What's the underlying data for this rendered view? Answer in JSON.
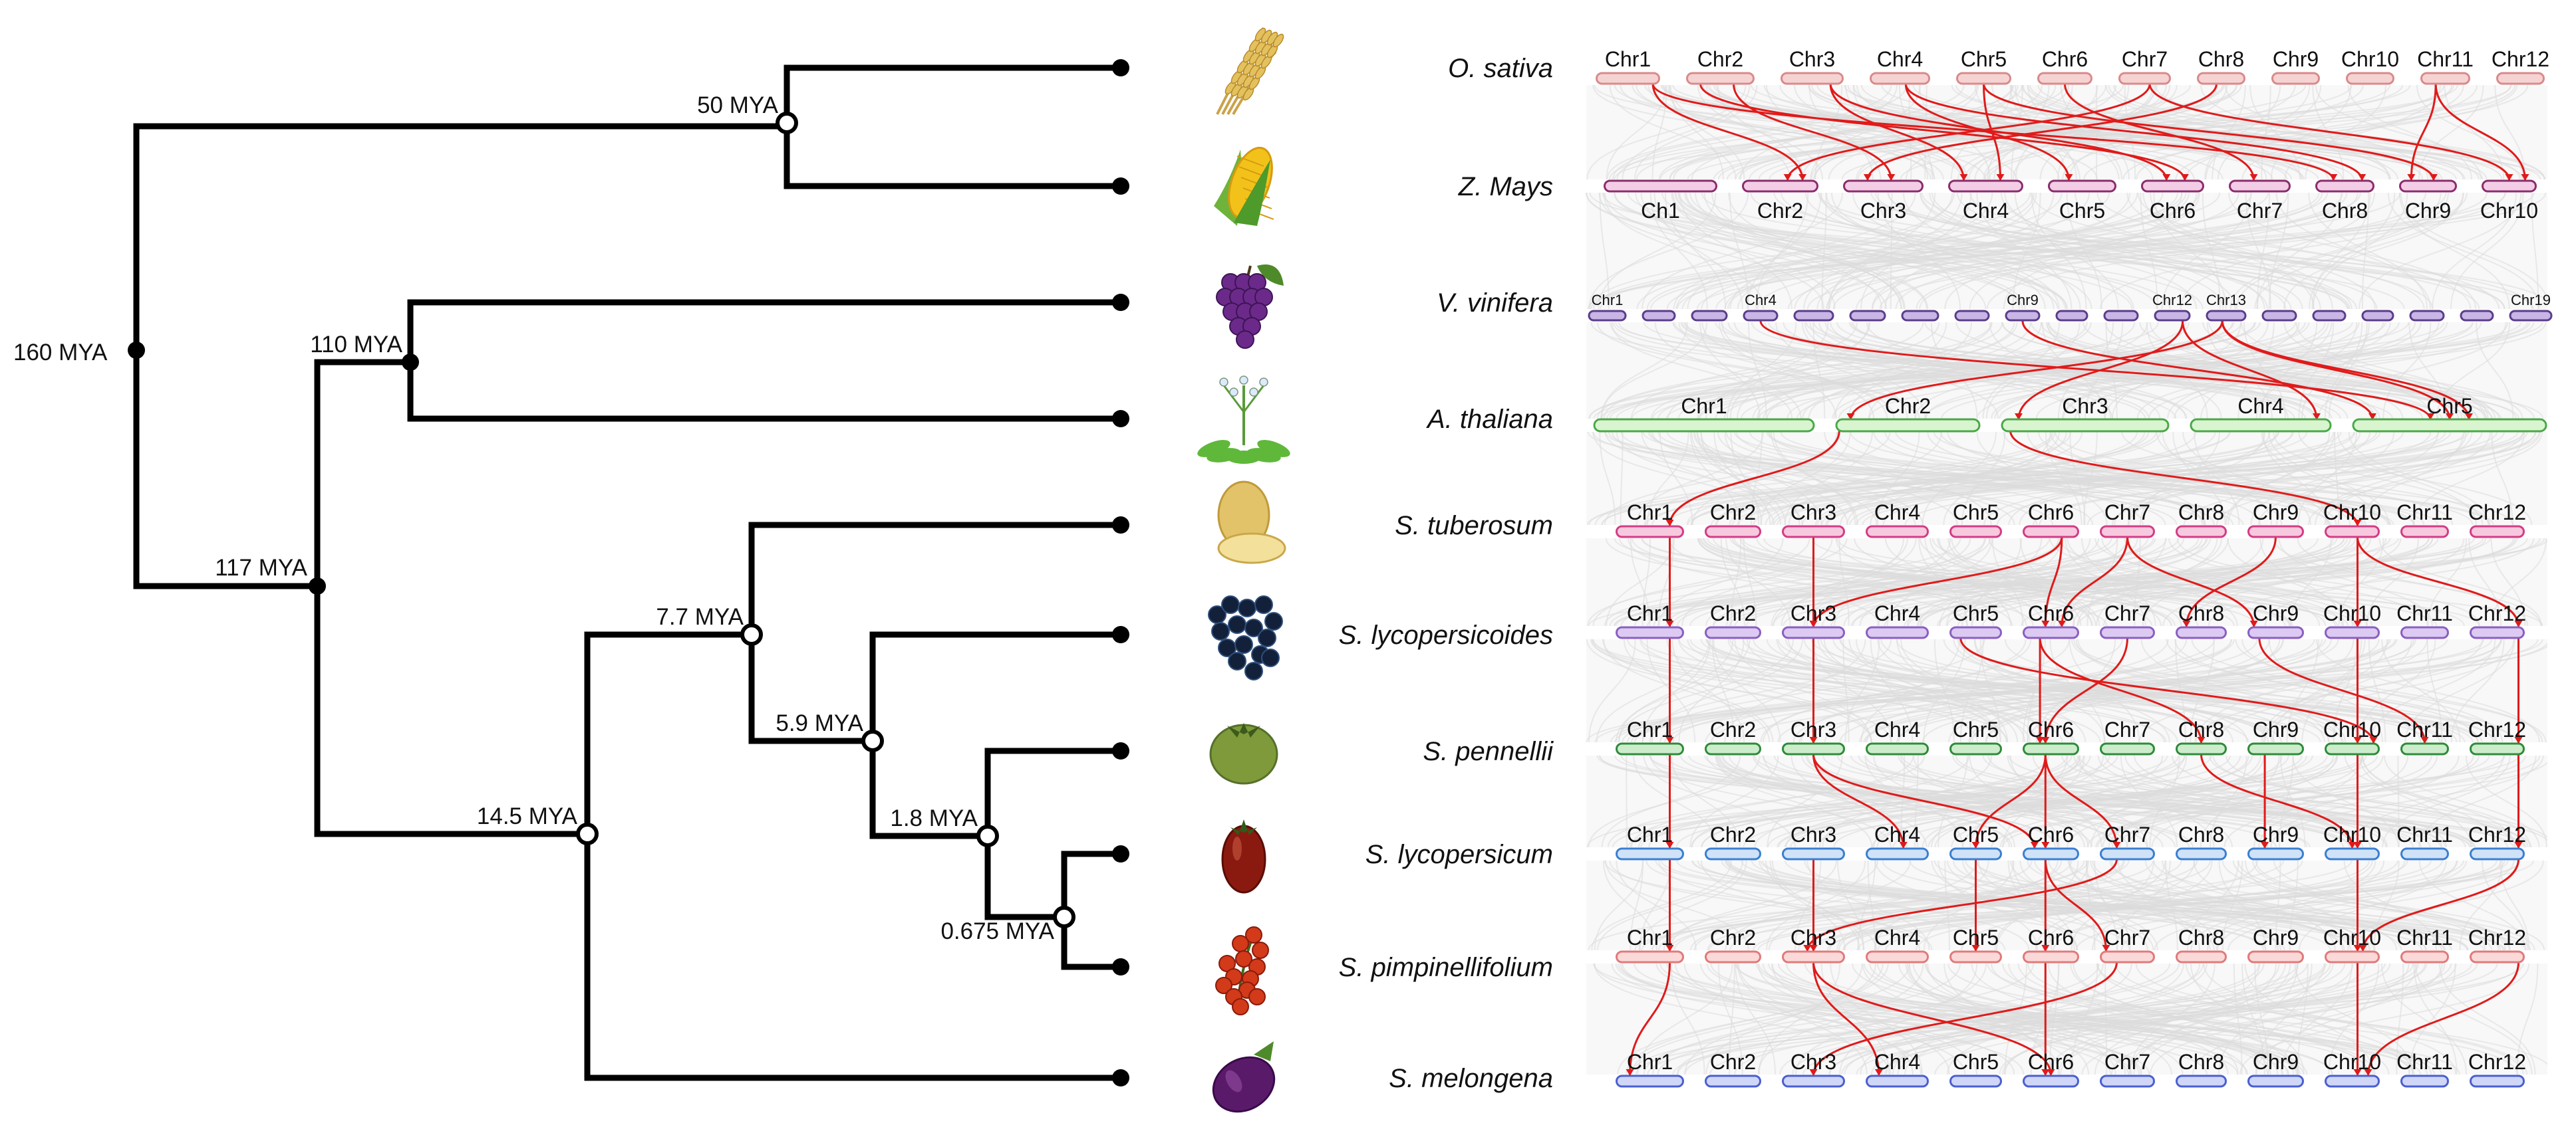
{
  "tree": {
    "nodes": [
      {
        "id": "root",
        "age": "160 MYA"
      },
      {
        "id": "monocots",
        "age": "50 MYA"
      },
      {
        "id": "eudicots",
        "age": "117 MYA"
      },
      {
        "id": "rosids",
        "age": "110 MYA"
      },
      {
        "id": "solanum",
        "age": "14.5  MYA"
      },
      {
        "id": "potato-tomato",
        "age": "7.7 MYA"
      },
      {
        "id": "tomato-clade",
        "age": "5.9 MYA"
      },
      {
        "id": "lyco-pen",
        "age": "1.8 MYA"
      },
      {
        "id": "lyco-pimp",
        "age": "0.675 MYA"
      }
    ]
  },
  "species": [
    {
      "name": "O. sativa",
      "icon": "rice-icon",
      "color": "#d98a8a",
      "fill": "#f6d3d3",
      "chromosomes": [
        "Chr1",
        "Chr2",
        "Chr3",
        "Chr4",
        "Chr5",
        "Chr6",
        "Chr7",
        "Chr8",
        "Chr9",
        "Chr10",
        "Chr11",
        "Chr12"
      ]
    },
    {
      "name": "Z. Mays",
      "icon": "maize-icon",
      "color": "#8a2d6c",
      "fill": "#f3cde6",
      "chromosomes": [
        "Ch1",
        "Chr2",
        "Chr3",
        "Chr4",
        "Chr5",
        "Chr6",
        "Chr7",
        "Chr8",
        "Chr9",
        "Chr10"
      ]
    },
    {
      "name": "V. vinifera",
      "icon": "grape-icon",
      "color": "#5a3d8a",
      "fill": "#c9b5e6",
      "chromosomes": [
        "Chr1",
        "Chr4",
        "Chr9",
        "Chr12",
        "Chr13",
        "Chr19"
      ]
    },
    {
      "name": "A. thaliana",
      "icon": "arabidopsis-icon",
      "color": "#4aa84a",
      "fill": "#d9f5cf",
      "chromosomes": [
        "Chr1",
        "Chr2",
        "Chr3",
        "Chr4",
        "Chr5"
      ]
    },
    {
      "name": "S. tuberosum",
      "icon": "potato-icon",
      "color": "#d23c85",
      "fill": "#f7c8de",
      "chromosomes": [
        "Chr1",
        "Chr2",
        "Chr3",
        "Chr4",
        "Chr5",
        "Chr6",
        "Chr7",
        "Chr8",
        "Chr9",
        "Chr10",
        "Chr11",
        "Chr12"
      ]
    },
    {
      "name": "S. lycopersicoides",
      "icon": "blackberry-icon",
      "color": "#8a5fc0",
      "fill": "#dccaf2",
      "chromosomes": [
        "Chr1",
        "Chr2",
        "Chr3",
        "Chr4",
        "Chr5",
        "Chr6",
        "Chr7",
        "Chr8",
        "Chr9",
        "Chr10",
        "Chr11",
        "Chr12"
      ]
    },
    {
      "name": "S. pennellii",
      "icon": "green-tomato-icon",
      "color": "#2e8b3a",
      "fill": "#cdeccc",
      "chromosomes": [
        "Chr1",
        "Chr2",
        "Chr3",
        "Chr4",
        "Chr5",
        "Chr6",
        "Chr7",
        "Chr8",
        "Chr9",
        "Chr10",
        "Chr11",
        "Chr12"
      ]
    },
    {
      "name": "S. lycopersicum",
      "icon": "tomato-icon",
      "color": "#3a7fd0",
      "fill": "#cfe2f7",
      "chromosomes": [
        "Chr1",
        "Chr2",
        "Chr3",
        "Chr4",
        "Chr5",
        "Chr6",
        "Chr7",
        "Chr8",
        "Chr9",
        "Chr10",
        "Chr11",
        "Chr12"
      ]
    },
    {
      "name": "S. pimpinellifolium",
      "icon": "cherry-tomato-icon",
      "color": "#e07a7a",
      "fill": "#fbd9d9",
      "chromosomes": [
        "Chr1",
        "Chr2",
        "Chr3",
        "Chr4",
        "Chr5",
        "Chr6",
        "Chr7",
        "Chr8",
        "Chr9",
        "Chr10",
        "Chr11",
        "Chr12"
      ]
    },
    {
      "name": "S. melongena",
      "icon": "eggplant-icon",
      "color": "#4a5fd0",
      "fill": "#cfd6f7",
      "chromosomes": [
        "Chr1",
        "Chr2",
        "Chr3",
        "Chr4",
        "Chr5",
        "Chr6",
        "Chr7",
        "Chr8",
        "Chr9",
        "Chr10",
        "Chr11",
        "Chr12"
      ]
    }
  ],
  "colors": {
    "tree": "#000000",
    "synteny_background": "#d4d4d4",
    "synteny_highlight": "#e01a1a"
  }
}
